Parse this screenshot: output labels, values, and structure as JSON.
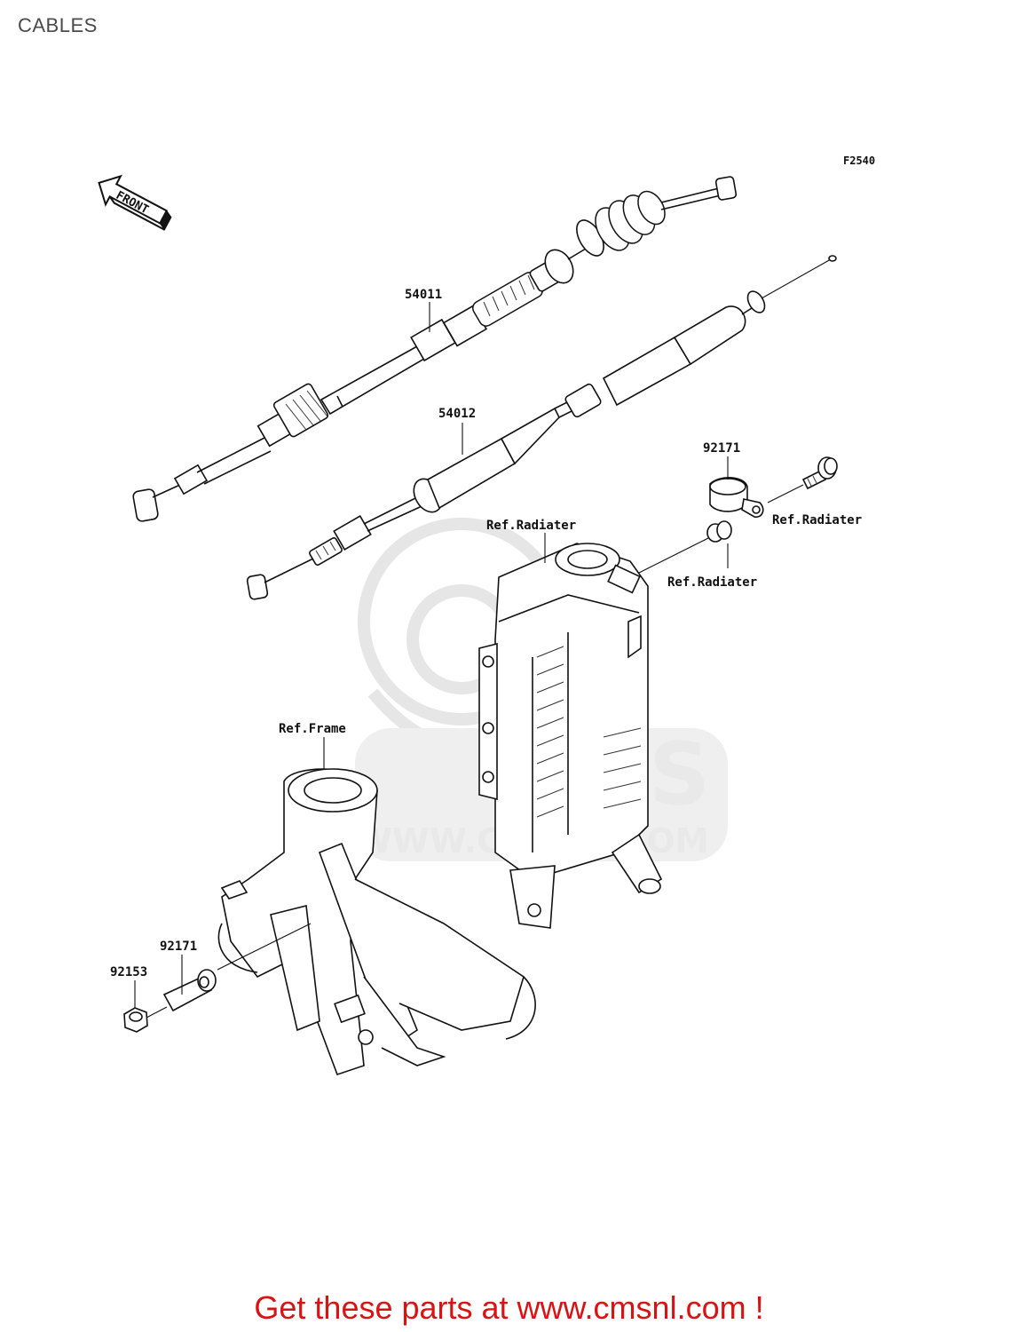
{
  "page": {
    "title": "CABLES"
  },
  "figure": {
    "code": "F2540",
    "front_marker": "FRONT"
  },
  "watermark": {
    "logo_text": "CMS",
    "url_text": "WWW.CMSNL.COM"
  },
  "parts": [
    {
      "number": "54011"
    },
    {
      "number": "54012"
    },
    {
      "number": "92171"
    },
    {
      "number": "92171"
    },
    {
      "number": "92153"
    }
  ],
  "references": [
    {
      "text": "Ref.Radiater"
    },
    {
      "text": "Ref.Radiater"
    },
    {
      "text": "Ref.Radiater"
    },
    {
      "text": "Ref.Frame"
    }
  ],
  "footer": {
    "text": "Get these parts at www.cmsnl.com !"
  },
  "colors": {
    "footer": "#d81313",
    "title": "#4a4a4a",
    "lines": "#111111",
    "watermark": "#e9e9e9"
  }
}
